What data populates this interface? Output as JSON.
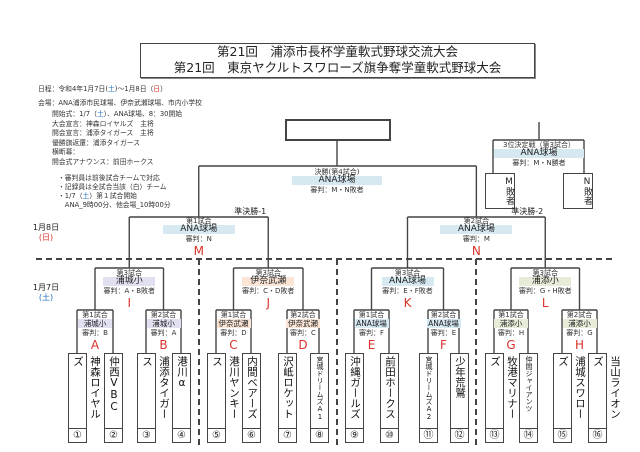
{
  "title": {
    "line1": "第21回　浦添市長杯学童軟式野球交流大会",
    "line2": "第21回　東京ヤクルトスワローズ旗争奪学童軟式野球大会"
  },
  "info": {
    "schedule": {
      "a": "日程：令和4年1月7日(",
      "sat": "土",
      "b": ")～1月8日（",
      "sun": "日",
      "c": "）"
    },
    "venue": "会場：ANA浦添市民球場、伊奈武瀬球場、市内小学校",
    "ceremony": [
      {
        "a": "開始式：1/7（",
        "blue": "土",
        "b": "）、ANA球場、8：30開始"
      },
      {
        "a": "大会宣言：神森ロイヤルズ　主将"
      },
      {
        "a": "開会宣言：浦添タイガース　主将"
      },
      {
        "a": "優勝旗返還：浦添タイガース"
      },
      {
        "a": "横断幕："
      },
      {
        "a": "開会式アナウンス：前田ホークス"
      }
    ],
    "notes": [
      {
        "a": "・審判員は前後試合チームで対応"
      },
      {
        "a": "・記録員は全試合当該（白）チーム"
      },
      {
        "a": "・1/7（",
        "blue": "土",
        "b": "）第１試合開始"
      },
      {
        "a": "　ANA_9時00分、他会場_10時00分"
      }
    ]
  },
  "dates": {
    "day2": {
      "date": "1月8日",
      "dow": "(日)"
    },
    "day1": {
      "date": "1月7日",
      "dow": "(土)"
    }
  },
  "venue_colors": {
    "ANA球場": "#d6e9f1",
    "浦城小": "#e1e0f0",
    "伊奈武瀬": "#fbe5d6",
    "浦添小": "#e7ecd9"
  },
  "final": {
    "label": "決勝(第4試合)",
    "venue": "ANA球場",
    "referee": "審判：M・N敗者"
  },
  "third_place": {
    "label": "3位決定戦（第3試合）",
    "venue": "ANA球場",
    "referee": "審判：M・N勝者",
    "left": "M敗者",
    "right": "N敗者"
  },
  "semis": [
    {
      "round": "準決勝-1",
      "label": "第1試合",
      "venue": "ANA球場",
      "referee": "審判：N",
      "letter": "M"
    },
    {
      "round": "準決勝-2",
      "label": "第2試合",
      "venue": "ANA球場",
      "referee": "審判：M",
      "letter": "N"
    }
  ],
  "quarters": [
    {
      "label": "第3試合",
      "venue": "浦城小",
      "referee": "審判：A・B敗者",
      "letter": "I"
    },
    {
      "label": "第3試合",
      "venue": "伊奈武瀬",
      "referee": "審判：C・D敗者",
      "letter": "J"
    },
    {
      "label": "第3試合",
      "venue": "ANA球場",
      "referee": "審判：E・F敗者",
      "letter": "K"
    },
    {
      "label": "第3試合",
      "venue": "浦添小",
      "referee": "審判：G・H敗者",
      "letter": "L"
    }
  ],
  "first_round": [
    {
      "label": "第1試合",
      "venue": "浦城小",
      "referee": "審判：B",
      "letter": "A"
    },
    {
      "label": "第2試合",
      "venue": "浦城小",
      "referee": "審判：A",
      "letter": "B"
    },
    {
      "label": "第1試合",
      "venue": "伊奈武瀬",
      "referee": "審判：D",
      "letter": "C"
    },
    {
      "label": "第2試合",
      "venue": "伊奈武瀬",
      "referee": "審判：C",
      "letter": "D"
    },
    {
      "label": "第1試合",
      "venue": "ANA球場",
      "referee": "審判：F",
      "letter": "E"
    },
    {
      "label": "第2試合",
      "venue": "ANA球場",
      "referee": "審判：E",
      "letter": "F"
    },
    {
      "label": "第1試合",
      "venue": "浦添小",
      "referee": "審判：H",
      "letter": "G"
    },
    {
      "label": "第2試合",
      "venue": "浦添小",
      "referee": "審判：G",
      "letter": "H"
    }
  ],
  "teams": [
    {
      "name": "神森ロイヤルズ",
      "num": "①"
    },
    {
      "name": "仲西VBC",
      "num": "②"
    },
    {
      "name": "浦添タイガース",
      "num": "③"
    },
    {
      "name": "港川α",
      "num": "④"
    },
    {
      "name": "港川ヤンキース",
      "num": "⑤"
    },
    {
      "name": "内間ベアーズ",
      "num": "⑥"
    },
    {
      "name": "沢岻ロケット",
      "num": "⑦"
    },
    {
      "name": "宮城ドリームズA1",
      "num": "⑧"
    },
    {
      "name": "沖縄ガールズ",
      "num": "⑨"
    },
    {
      "name": "前田ホークス",
      "num": "⑩"
    },
    {
      "name": "宮城ドリームズA2",
      "num": "⑪"
    },
    {
      "name": "少年荒鷲",
      "num": "⑫"
    },
    {
      "name": "牧港マリナーズ",
      "num": "⑬"
    },
    {
      "name": "仲間ジャイアンツ",
      "num": "⑭"
    },
    {
      "name": "浦城スワローズ",
      "num": "⑮"
    },
    {
      "name": "当山ライオンズ",
      "num": "⑯"
    }
  ]
}
